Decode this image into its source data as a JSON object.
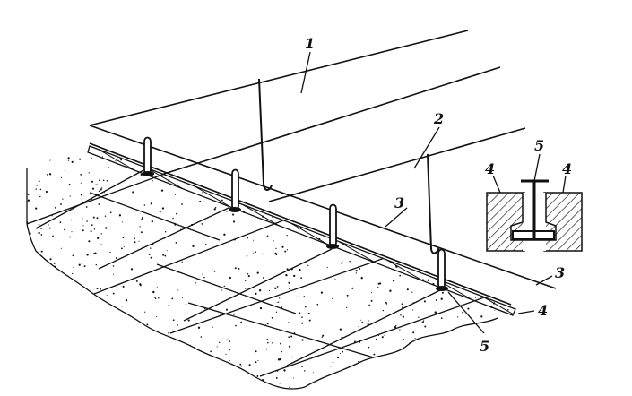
{
  "labels": {
    "label_1": "1",
    "label_2": "2",
    "label_3_main": "3",
    "label_3_detail": "3",
    "label_4_main": "4",
    "label_4_detail_left": "4",
    "label_4_detail_right": "4",
    "label_5_main": "5",
    "label_5_detail": "5"
  },
  "colors": {
    "ink": "#111111",
    "paper": "#ffffff"
  }
}
